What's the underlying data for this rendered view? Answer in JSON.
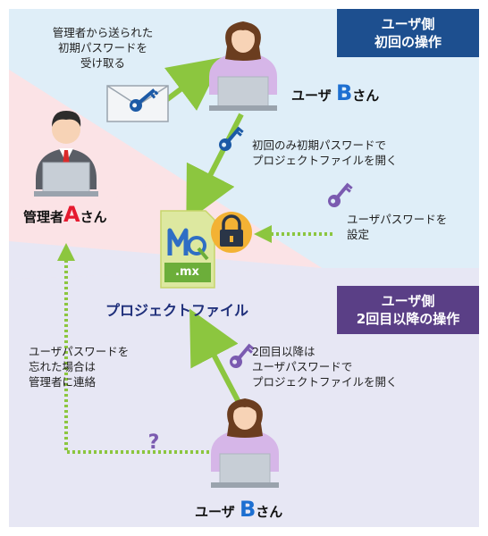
{
  "colors": {
    "top_bg": "#dfeef8",
    "pink_bg": "#fbe3e6",
    "bottom_bg": "#e7e7f4",
    "green_arrow": "#8cc63f",
    "badge_top": "#1d4f8f",
    "badge_bottom": "#5a3f86",
    "key_blue": "#1c5aa6",
    "key_purple": "#7b5bb0",
    "accent_red": "#e51a2f",
    "accent_blue": "#1d6fd1"
  },
  "badges": {
    "top": "ユーザ側\n初回の操作",
    "bottom": "ユーザ側\n2回目以降の操作"
  },
  "people": {
    "admin": {
      "prefix": "管理者",
      "letter": "A",
      "suffix": "さん"
    },
    "user_top": {
      "prefix": "ユーザ ",
      "letter": "B",
      "suffix": "さん"
    },
    "user_bottom": {
      "prefix": "ユーザ ",
      "letter": "B",
      "suffix": "さん"
    }
  },
  "file": {
    "name": "プロジェクトファイル",
    "ext": ".mx"
  },
  "notes": {
    "receive": "管理者から送られた\n初期パスワードを\n受け取る",
    "first_open": "初回のみ初期パスワードで\nプロジェクトファイルを開く",
    "set_password": "ユーザパスワードを\n設定",
    "second_open": "2回目以降は\nユーザパスワードで\nプロジェクトファイルを開く",
    "forgot": "ユーザパスワードを\n忘れた場合は\n管理者に連絡",
    "question": "?"
  },
  "icons": [
    "envelope-icon",
    "key-icon",
    "lock-icon",
    "question-icon",
    "person-icon",
    "laptop-icon",
    "mq-logo-icon"
  ]
}
